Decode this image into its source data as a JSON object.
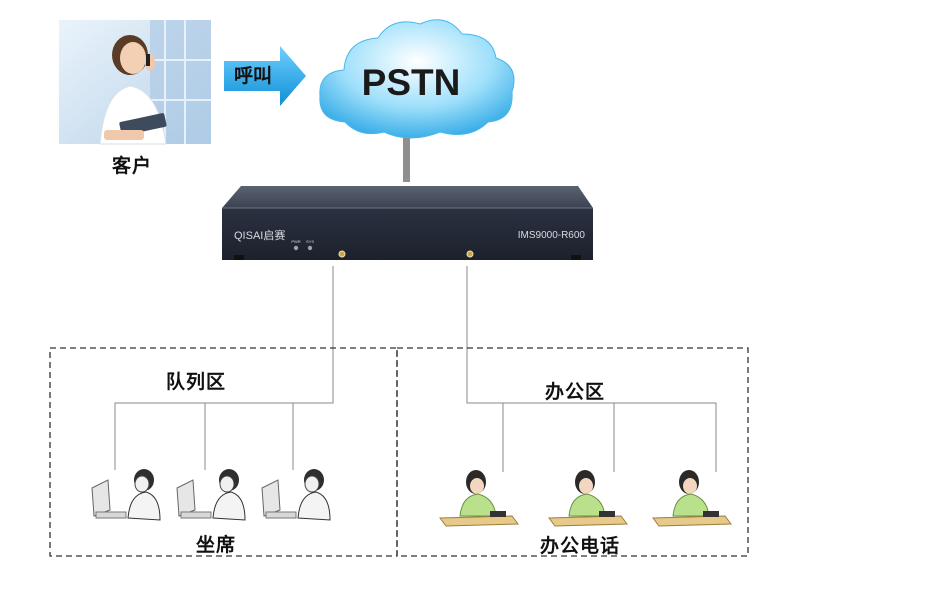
{
  "customer": {
    "label": "客户"
  },
  "call": {
    "label": "呼叫"
  },
  "cloud": {
    "label": "PSTN"
  },
  "device": {
    "brand": "QISAI启赛",
    "model": "IMS9000-R600",
    "led_labels": [
      "PWR",
      "SYS"
    ]
  },
  "zones": {
    "queue": {
      "title": "队列区",
      "bottom_label": "坐席"
    },
    "office": {
      "title": "办公区",
      "bottom_label": "办公电话"
    }
  },
  "colors": {
    "arrow": "#1fa6e8",
    "cloud_fill": "#5cc3ef",
    "device_body": "#343a48",
    "line": "#8a8a8a",
    "dashed": "#333333"
  }
}
